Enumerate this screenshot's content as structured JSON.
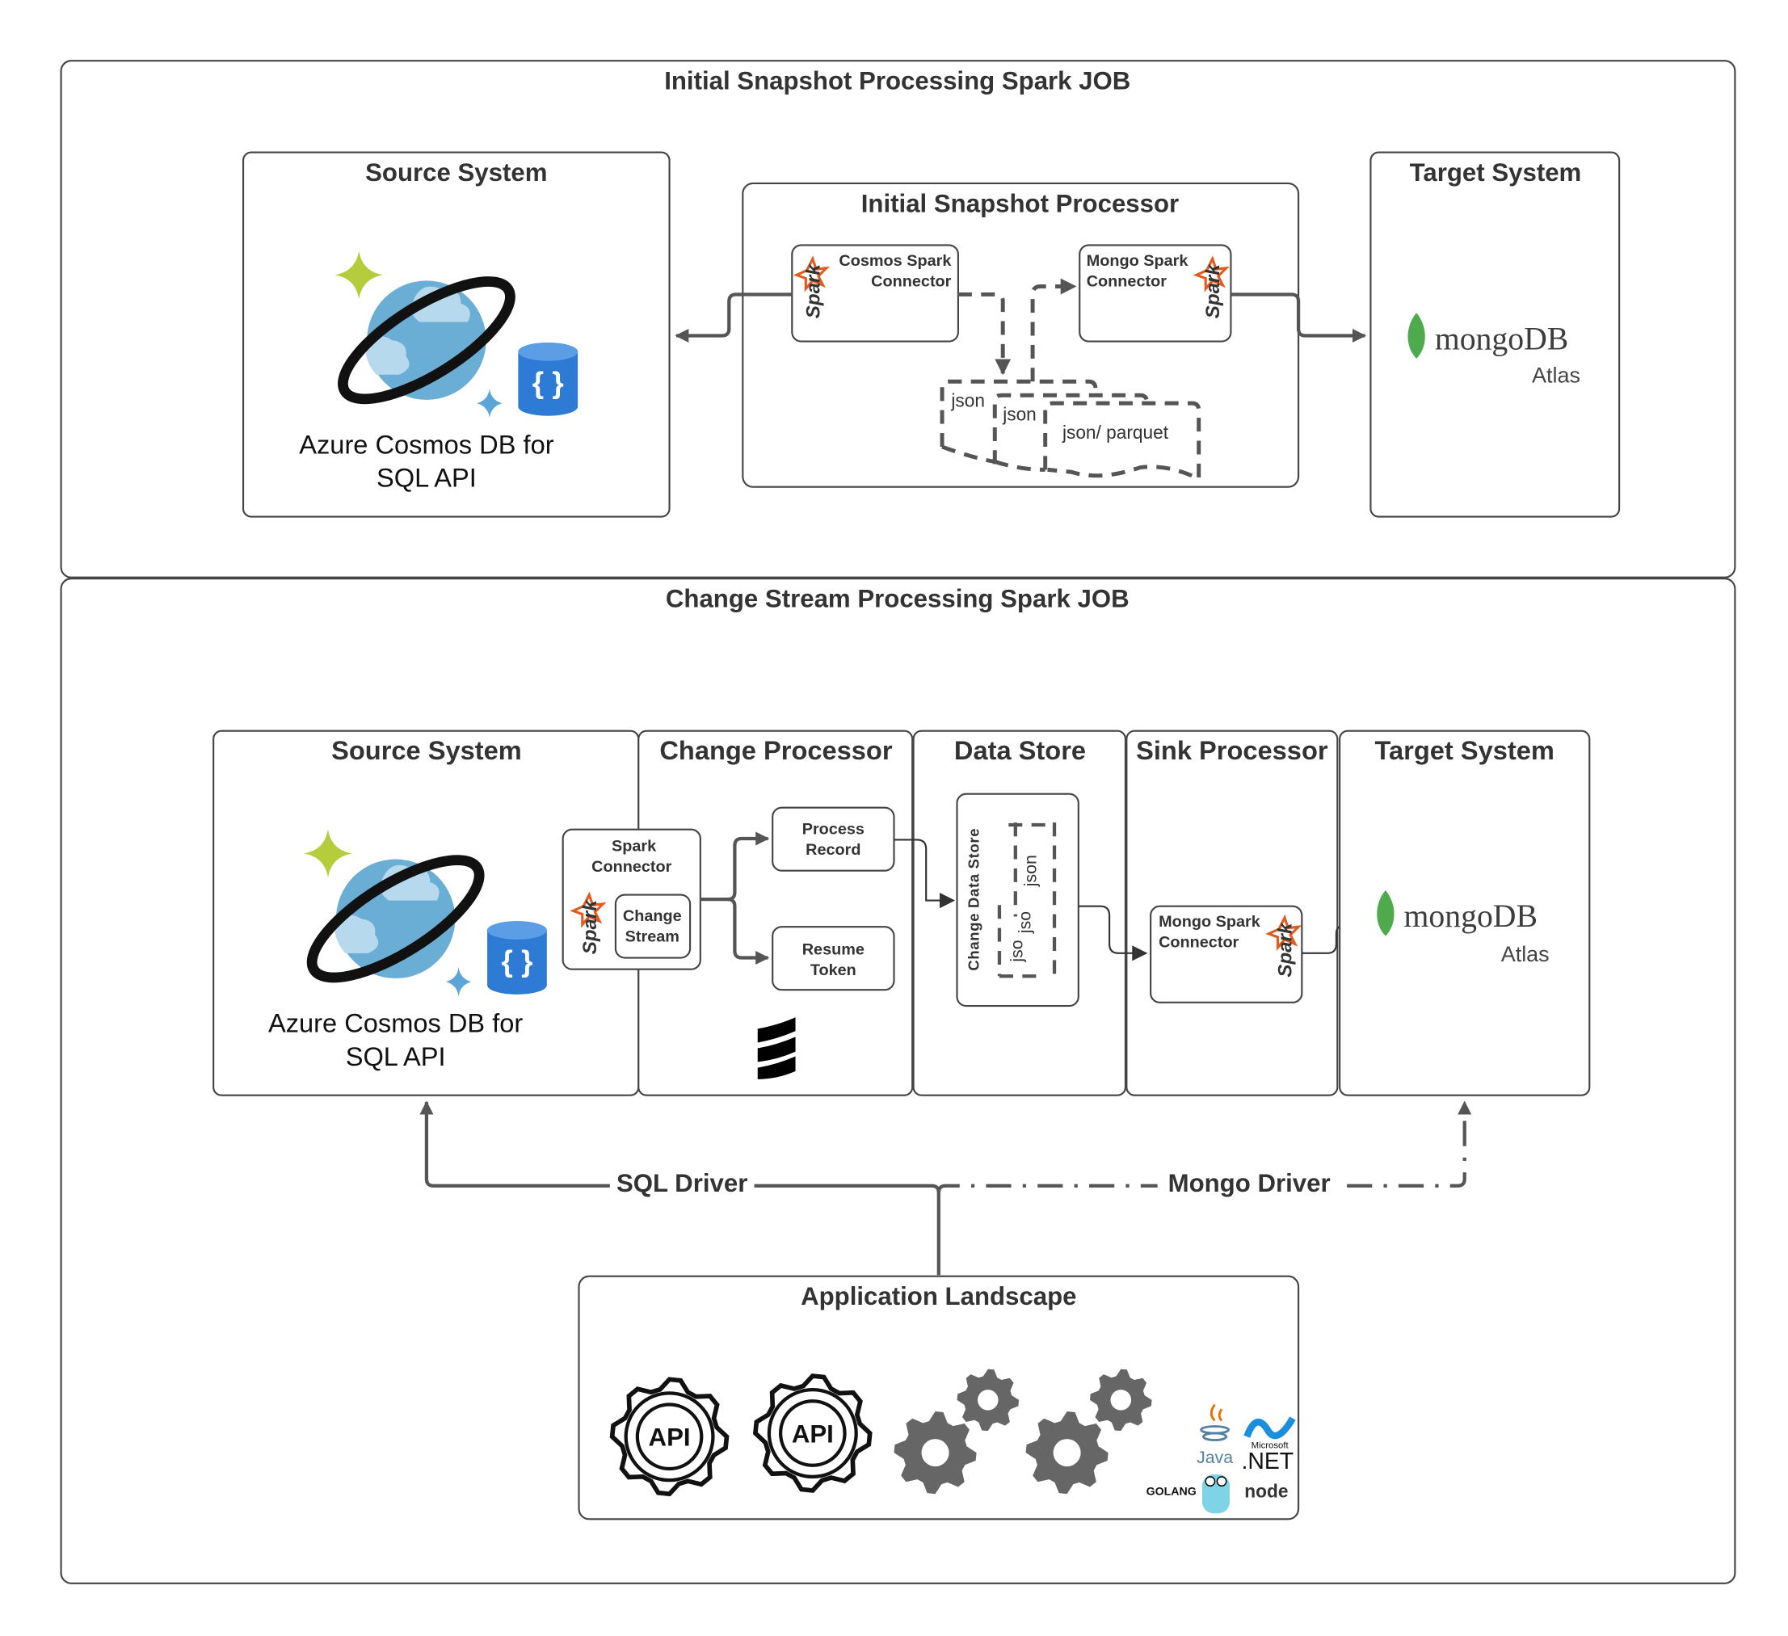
{
  "initial_job": {
    "title": "Initial Snapshot Processing Spark JOB",
    "source": {
      "title": "Source System",
      "product_line1": "Azure Cosmos DB for",
      "product_line2": "SQL API"
    },
    "processor": {
      "title": "Initial Snapshot Processor",
      "cosmos_connector": [
        "Cosmos Spark",
        "Connector"
      ],
      "mongo_connector": [
        "Mongo Spark",
        "Connector"
      ],
      "files": [
        "json",
        "json",
        "json/ parquet"
      ]
    },
    "target": {
      "title": "Target System",
      "logo": "mongoDB",
      "logo_sub": "Atlas"
    }
  },
  "change_job": {
    "title": "Change Stream Processing Spark JOB",
    "source": {
      "title": "Source System",
      "product_line1": "Azure Cosmos DB for",
      "product_line2": "SQL API"
    },
    "change_processor": {
      "title": "Change Processor",
      "spark_connector": [
        "Spark",
        "Connector"
      ],
      "change_stream": [
        "Change",
        "Stream"
      ],
      "process_record": [
        "Process",
        "Record"
      ],
      "resume_token": [
        "Resume",
        "Token"
      ]
    },
    "data_store": {
      "title": "Data Store",
      "label": "Change Data Store",
      "files": [
        "json",
        "jso",
        "jso"
      ]
    },
    "sink": {
      "title": "Sink Processor",
      "mongo_connector": [
        "Mongo Spark",
        "Connector"
      ]
    },
    "target": {
      "title": "Target System",
      "logo": "mongoDB",
      "logo_sub": "Atlas"
    }
  },
  "drivers": {
    "sql": "SQL Driver",
    "mongo": "Mongo Driver"
  },
  "app_landscape": {
    "title": "Application Landscape",
    "api_labels": [
      "API",
      "API"
    ],
    "languages": {
      "java": "Java",
      "dotnet_brand": "Microsoft",
      "dotnet": ".NET",
      "golang": "GOLANG",
      "node": "node"
    }
  },
  "colors": {
    "line": "#555555",
    "spark_orange": "#e25a1c",
    "cosmos_blue": "#6aaed6",
    "cosmos_db": "#2d7bd4",
    "sparkle": "#b5cc3c",
    "mongo_green": "#4fa94d"
  }
}
